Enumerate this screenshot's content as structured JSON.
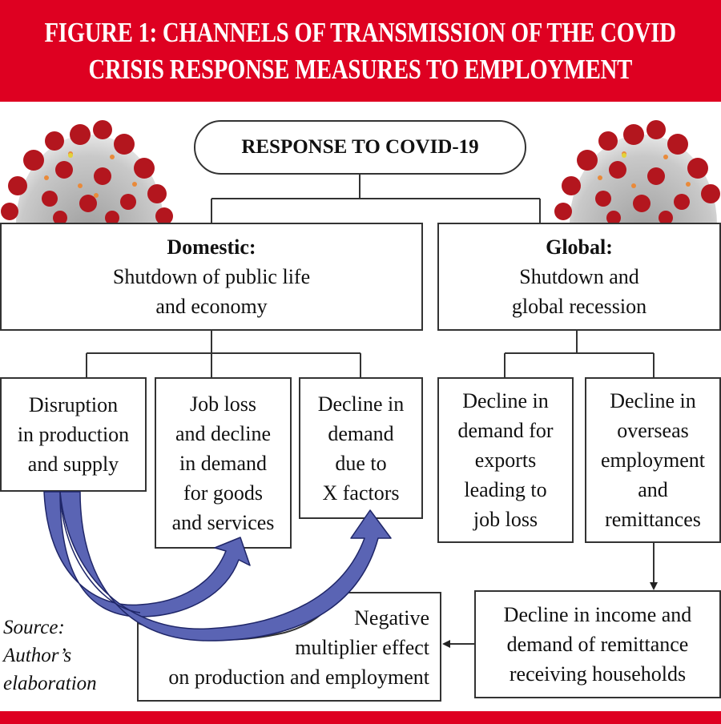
{
  "figure": {
    "title_lines": [
      "FIGURE 1: CHANNELS OF TRANSMISSION OF THE COVID",
      "CRISIS RESPONSE MEASURES TO EMPLOYMENT"
    ],
    "accent_color": "#de0021",
    "arrow_color": "#5a64b4"
  },
  "root": {
    "label": "RESPONSE TO COVID-19"
  },
  "domestic": {
    "heading": "Domestic:",
    "lines": [
      "Shutdown of public life",
      "and economy"
    ],
    "children": [
      {
        "lines": [
          "Disruption",
          "in production",
          "and supply"
        ]
      },
      {
        "lines": [
          "Job loss",
          "and decline",
          "in demand",
          "for goods",
          "and services"
        ]
      },
      {
        "lines": [
          "Decline in",
          "demand",
          "due to",
          "X factors"
        ]
      }
    ]
  },
  "global": {
    "heading": "Global:",
    "lines": [
      "Shutdown and",
      "global recession"
    ],
    "children": [
      {
        "lines": [
          "Decline in",
          "demand for",
          "exports",
          "leading to",
          "job loss"
        ]
      },
      {
        "lines": [
          "Decline in",
          "overseas",
          "employment",
          "and",
          "remittances"
        ]
      }
    ]
  },
  "income_box": {
    "lines": [
      "Decline in income and",
      "demand of remittance",
      "receiving households"
    ]
  },
  "multiplier_box": {
    "lines": [
      "Negative",
      "multiplier effect",
      "on production and employment"
    ]
  },
  "source": {
    "lines": [
      "Source:",
      "Author’s",
      "elaboration"
    ]
  },
  "icons": {
    "decoration": "coronavirus-illustration"
  }
}
